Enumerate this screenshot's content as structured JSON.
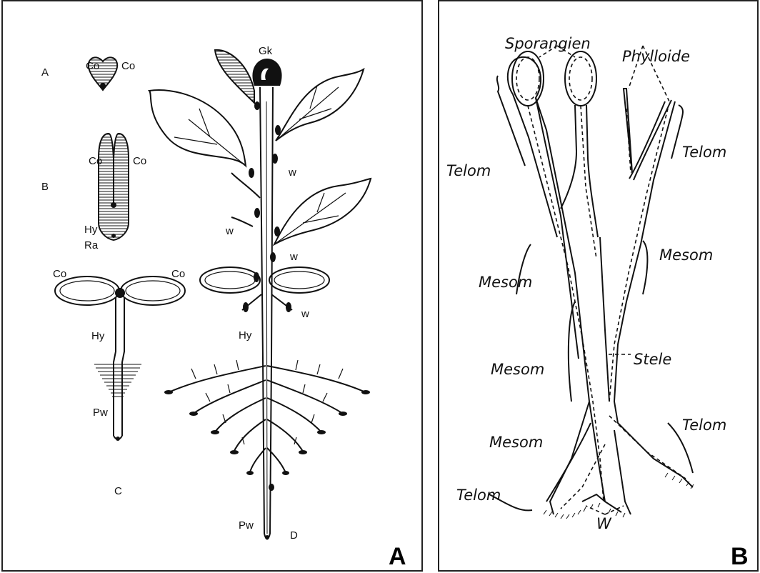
{
  "panel_a": {
    "letter": "A",
    "stage_labels": {
      "a": "A",
      "b": "B",
      "c": "C",
      "d": "D"
    },
    "labels": {
      "co": "Co",
      "hy": "Hy",
      "ra": "Ra",
      "pw": "Pw",
      "gk": "Gk",
      "w": "w"
    }
  },
  "panel_b": {
    "letter": "B",
    "labels": {
      "sporangien": "Sporangien",
      "phylloide": "Phylloide",
      "telom": "Telom",
      "mesom": "Mesom",
      "stele": "Stele",
      "w": "W"
    }
  }
}
